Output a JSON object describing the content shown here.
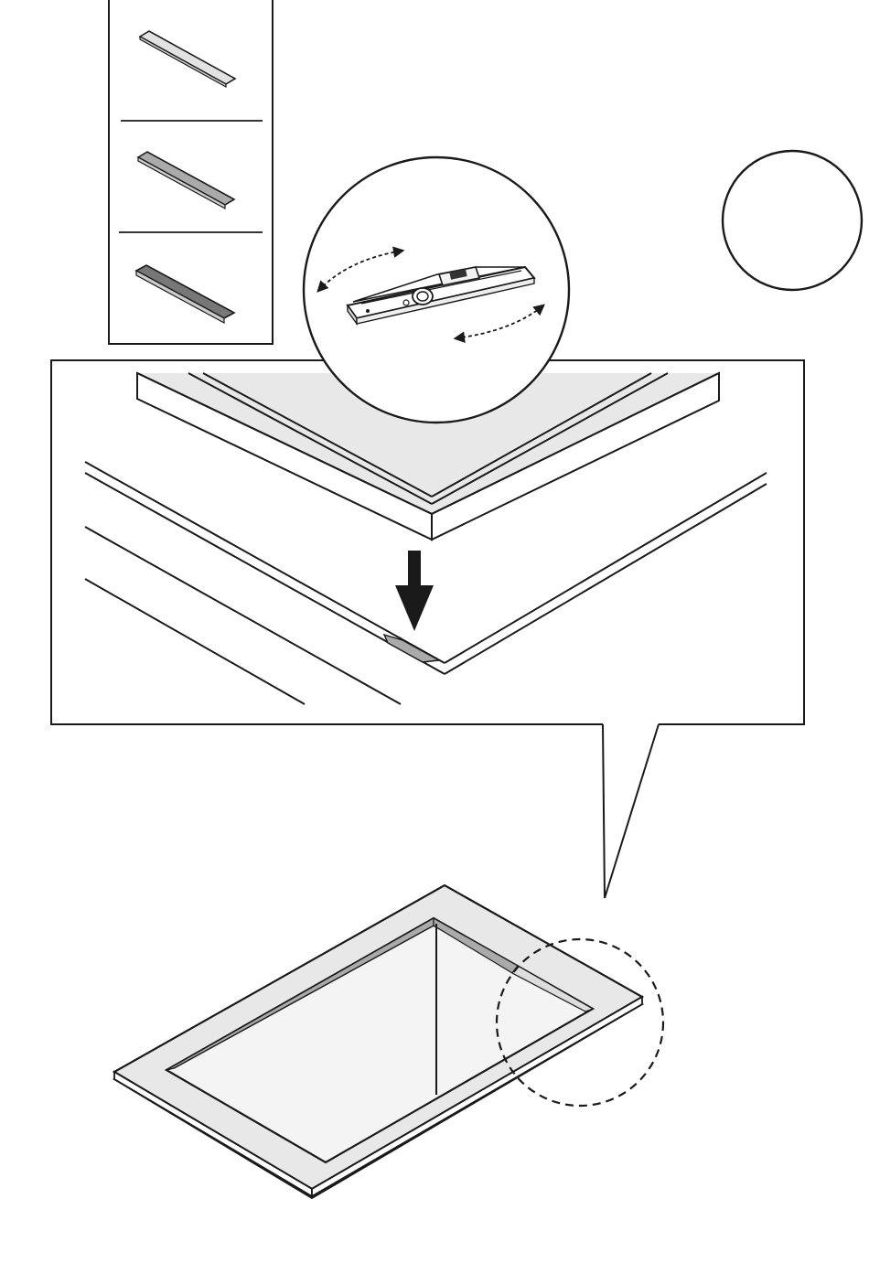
{
  "colors": {
    "line": "#1a1a1a",
    "panel_fill": "#e8e8e8",
    "shim_light": "#e2e2e2",
    "shim_medium": "#aaaaaa",
    "shim_dark": "#777777",
    "background": "#ffffff"
  },
  "legend": {
    "items": [
      {
        "icon": "shim-strip-thin-icon",
        "shade": "light"
      },
      {
        "icon": "shim-strip-medium-icon",
        "shade": "medium"
      },
      {
        "icon": "shim-strip-thick-icon",
        "shade": "dark"
      }
    ]
  },
  "tool": {
    "icon": "spirit-level-icon",
    "action": "rotate-adjust"
  },
  "marker": {
    "icon": "empty-circle-icon"
  },
  "detail": {
    "icon": "down-arrow-icon",
    "callout": "dashed-circle-icon"
  }
}
